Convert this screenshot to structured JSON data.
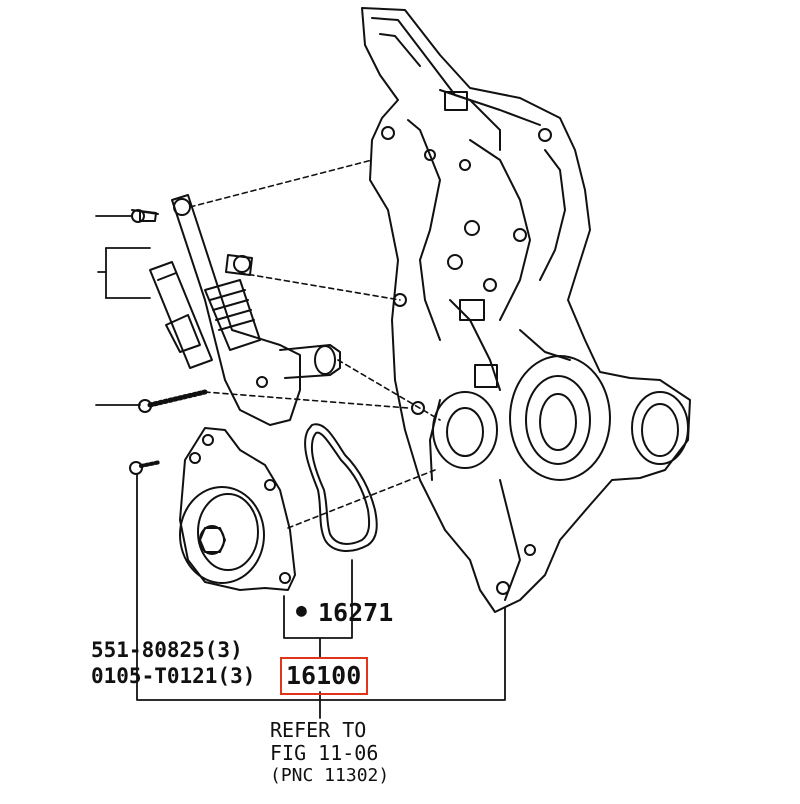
{
  "parts": {
    "gasket_number": "16271",
    "pump_assembly_number": "16100",
    "bolt_upper_number": "551-80825(3)",
    "bolt_lower_number": "0105-T0121(3)"
  },
  "reference": {
    "line1": "REFER TO",
    "line2": "FIG 11-06",
    "line3": "(PNC 11302)"
  },
  "colors": {
    "line": "#111111",
    "highlight": "#e0351a",
    "background": "#ffffff"
  }
}
